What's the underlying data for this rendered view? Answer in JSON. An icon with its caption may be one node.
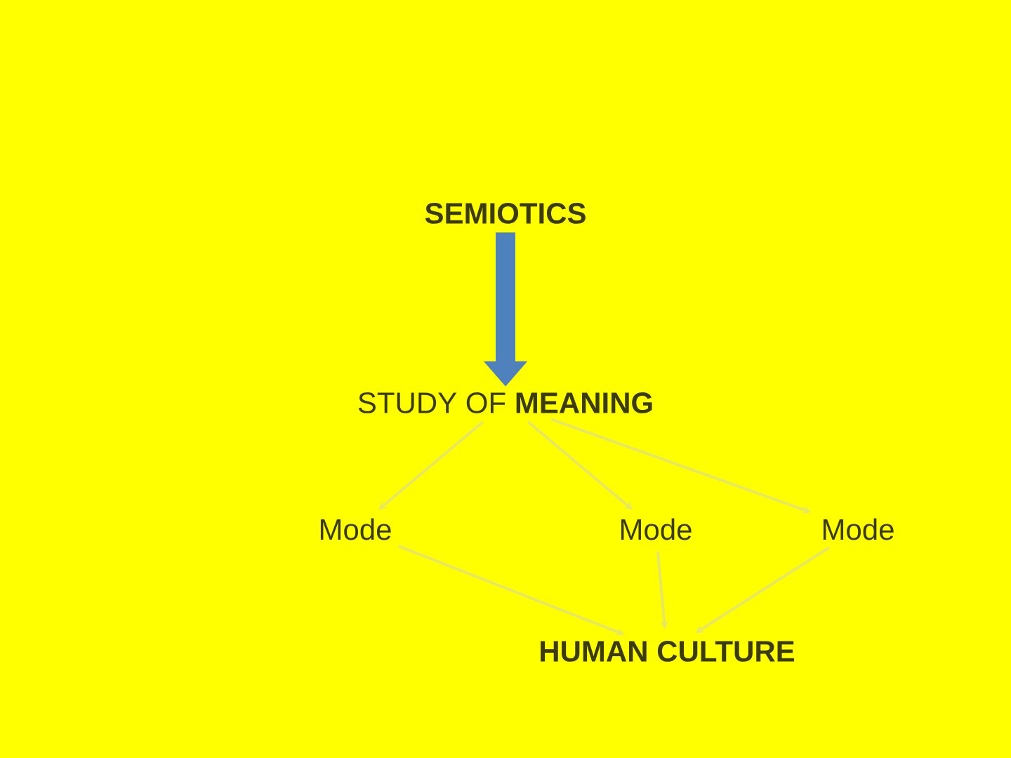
{
  "diagram": {
    "nodes": [
      {
        "text": [
          "SEMIOTICS"
        ]
      },
      {
        "text": [
          "STUDY OF **MEANING**"
        ]
      },
      {
        "text": [
          "Mode"
        ]
      },
      {
        "text": [
          "Mode"
        ]
      },
      {
        "text": [
          "Mode"
        ]
      },
      {
        "text": [
          "HUMAN CULTURE"
        ]
      }
    ],
    "edges": [
      {
        "from": 0,
        "to": 1,
        "arrow": "to",
        "style": "thick",
        "color": "#4f81bd"
      },
      {
        "from": 1,
        "to": 2,
        "arrow": "to"
      },
      {
        "from": 1,
        "to": 3,
        "arrow": "to"
      },
      {
        "from": 1,
        "to": 4,
        "arrow": "to"
      },
      {
        "from": 2,
        "to": 5,
        "arrow": "to"
      },
      {
        "from": 3,
        "to": 5,
        "arrow": "to"
      },
      {
        "from": 4,
        "to": 5,
        "arrow": "to"
      }
    ]
  }
}
